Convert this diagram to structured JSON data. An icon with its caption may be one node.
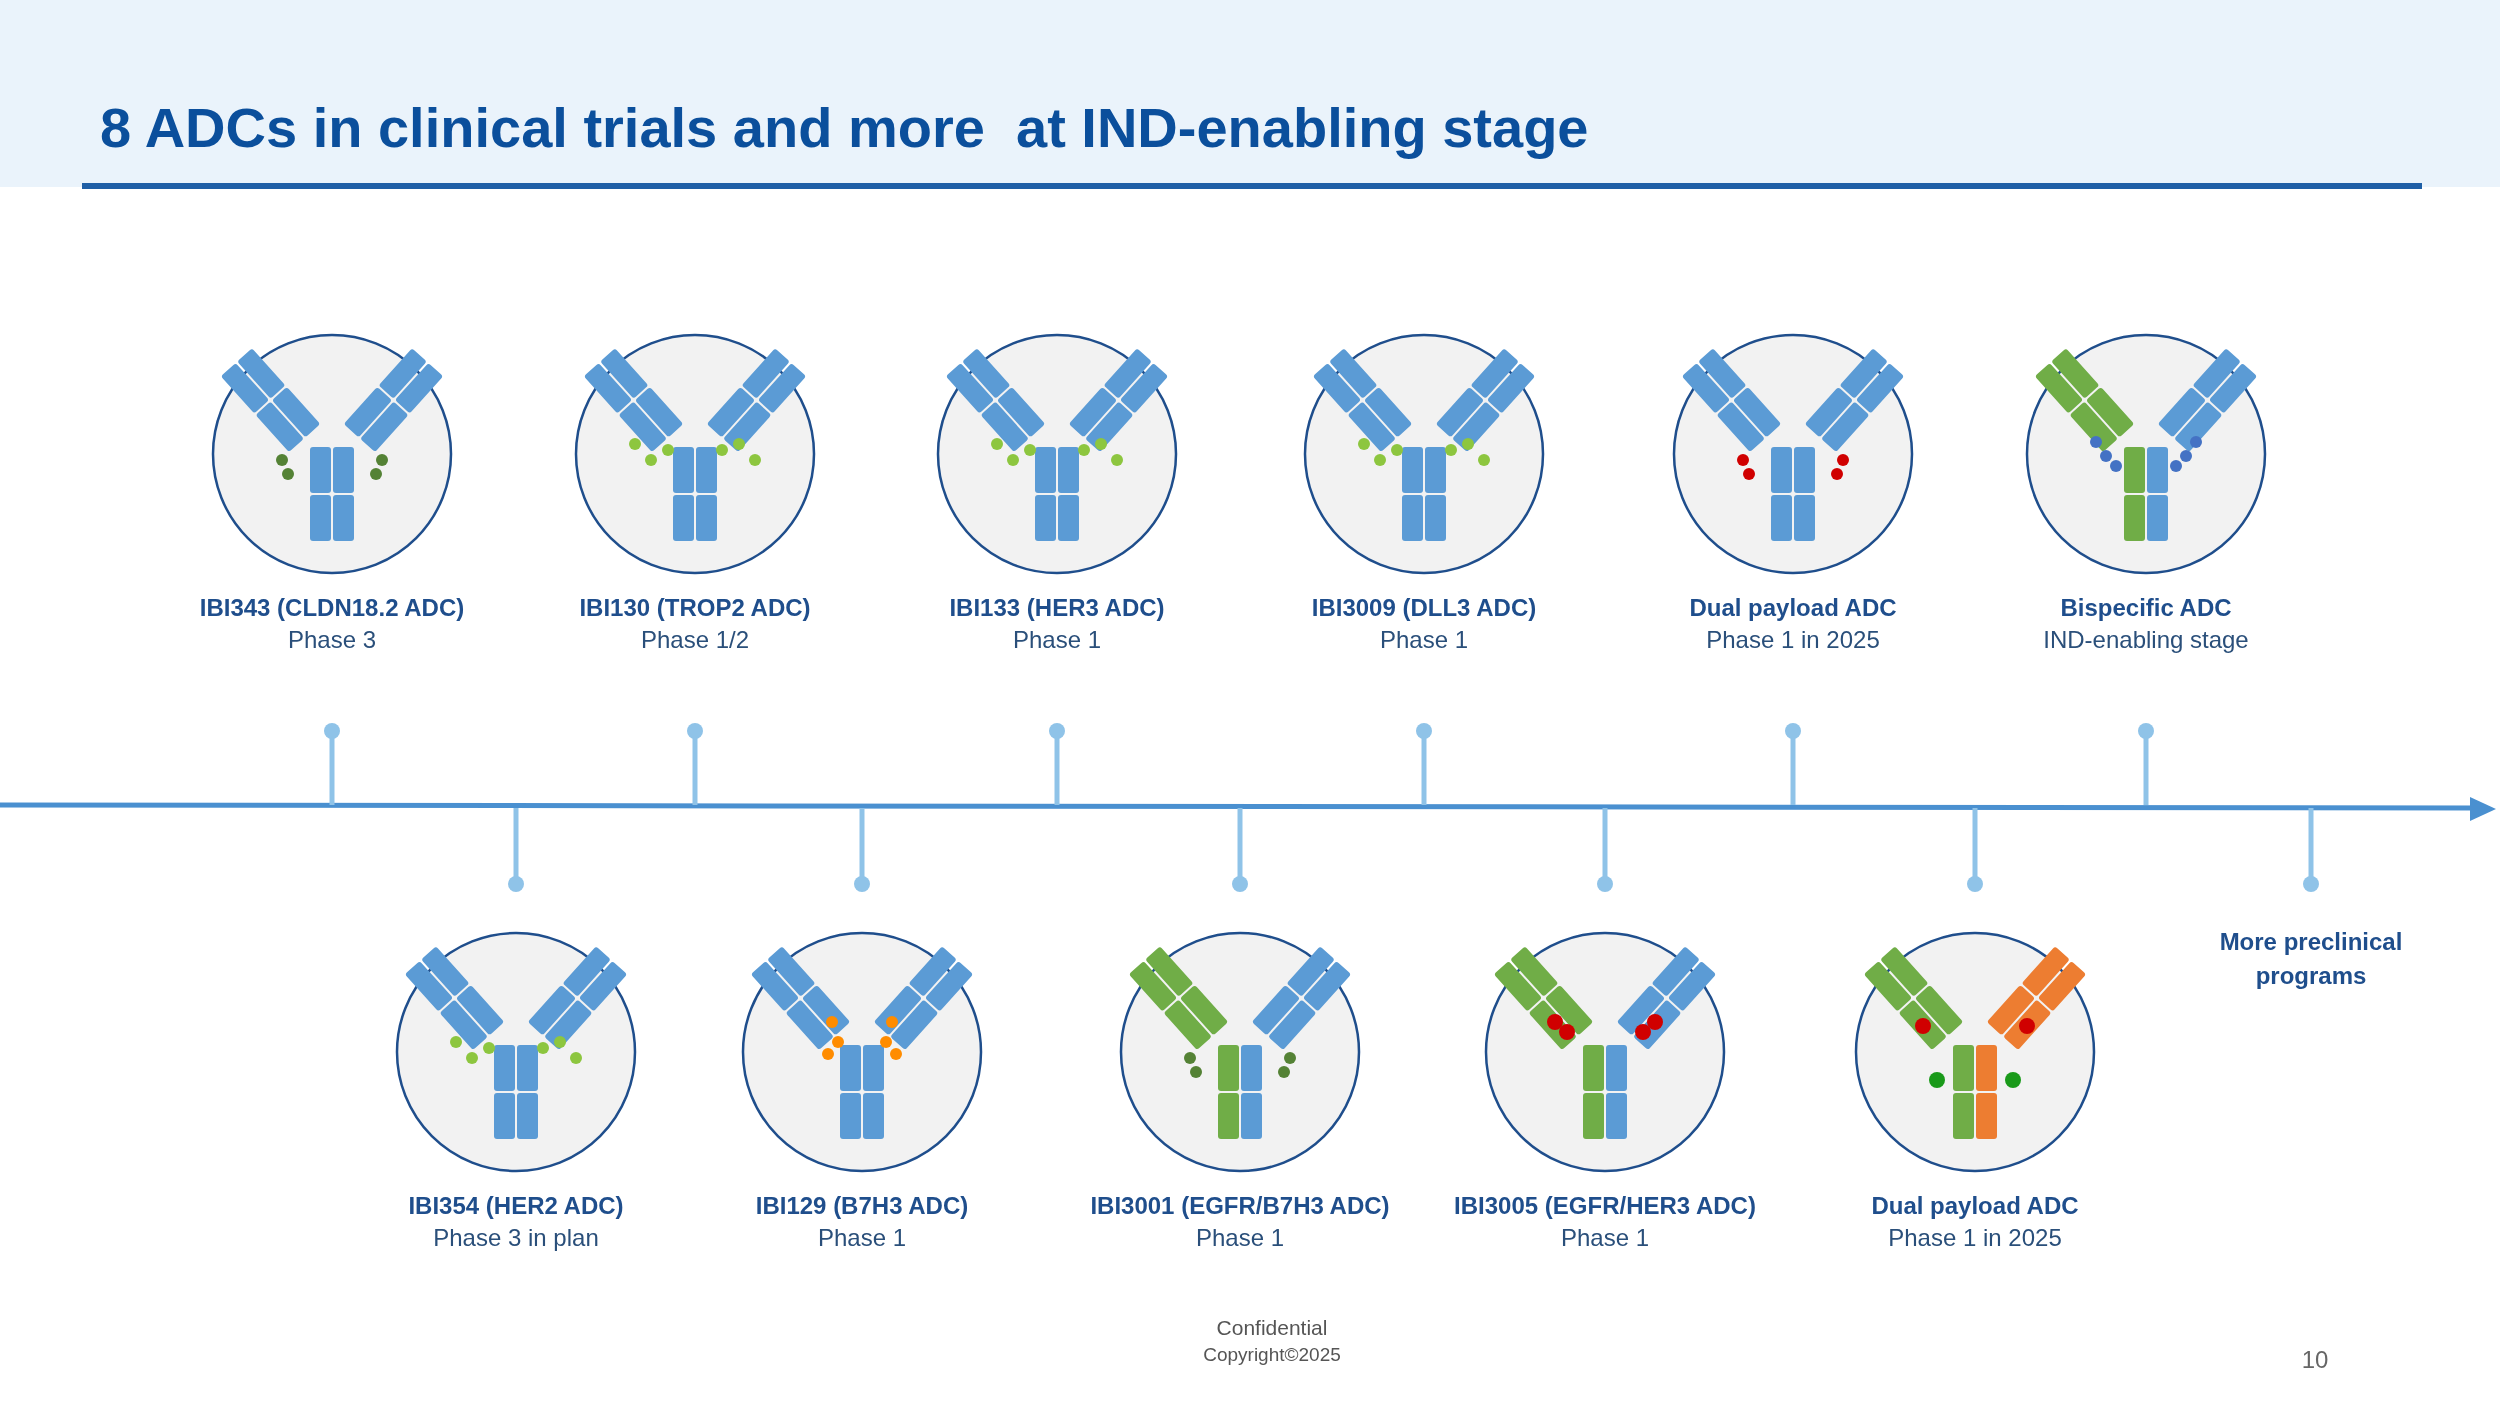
{
  "diagram": {
    "title": "8 ADCs in clinical trials and more  at IND-enabling stage",
    "nodes": [
      {
        "text": [
          "IBI343 (CLDN18.2 ADC)",
          "Phase 3"
        ]
      },
      {
        "text": [
          "IBI354 (HER2 ADC)",
          "Phase 3 in plan"
        ]
      },
      {
        "text": [
          "IBI130 (TROP2 ADC)",
          "Phase 1/2"
        ]
      },
      {
        "text": [
          "IBI129 (B7H3 ADC)",
          "Phase 1"
        ]
      },
      {
        "text": [
          "IBI133 (HER3 ADC)",
          "Phase 1"
        ]
      },
      {
        "text": [
          "IBI3001 (EGFR/B7H3 ADC)",
          "Phase 1"
        ]
      },
      {
        "text": [
          "IBI3009 (DLL3 ADC)",
          "Phase 1"
        ]
      },
      {
        "text": [
          "IBI3005 (EGFR/HER3 ADC)",
          "Phase 1"
        ]
      },
      {
        "text": [
          "Dual payload ADC",
          "Phase 1 in 2025"
        ]
      },
      {
        "text": [
          "Dual payload ADC",
          "Phase 1 in 2025"
        ]
      },
      {
        "text": [
          "Bispecific ADC",
          "IND-enabling stage"
        ]
      },
      {
        "text": [
          "More preclinical programs"
        ]
      }
    ],
    "labels": [
      "Confidential",
      "Copyright©2025",
      "10"
    ]
  }
}
